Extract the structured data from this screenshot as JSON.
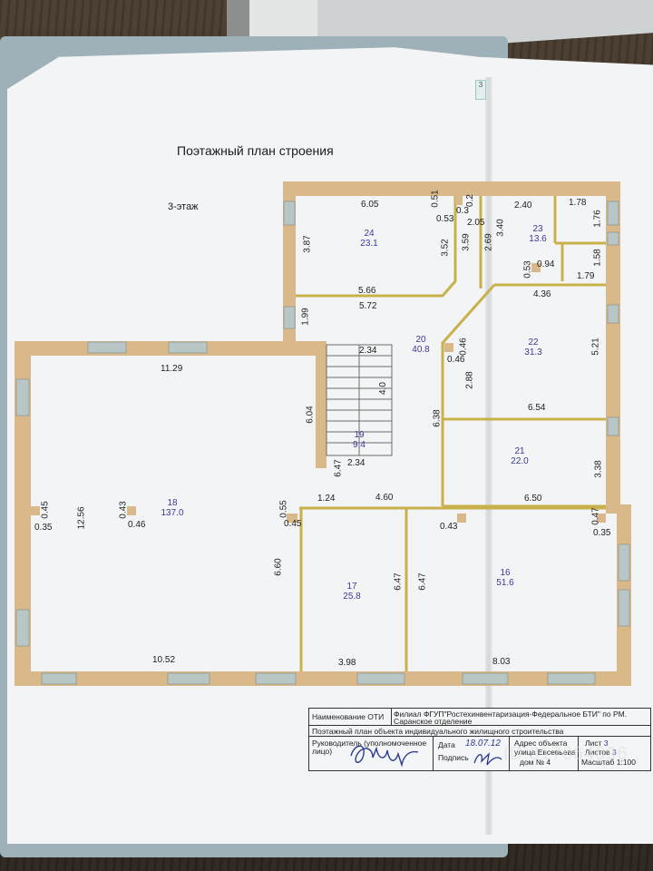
{
  "plan": {
    "title": "Поэтажный план строения",
    "floor": "3-этаж"
  },
  "rooms": [
    {
      "id": "24",
      "area": "23.1"
    },
    {
      "id": "23",
      "area": "13.6"
    },
    {
      "id": "20",
      "area": "40.8"
    },
    {
      "id": "22",
      "area": "31.3"
    },
    {
      "id": "19",
      "area": "9.4"
    },
    {
      "id": "18",
      "area": "137.0"
    },
    {
      "id": "21",
      "area": "22.0"
    },
    {
      "id": "17",
      "area": "25.8"
    },
    {
      "id": "16",
      "area": "51.6"
    }
  ],
  "dimensions": {
    "d6_05": "6.05",
    "d0_51": "0.51",
    "d0_3": "0.3",
    "d0_2": "0.2",
    "d0_53a": "0.53",
    "d2_40": "2.40",
    "d1_78": "1.78",
    "d1_76": "1.76",
    "d2_05": "2.05",
    "d3_40": "3.40",
    "d3_87": "3.87",
    "d3_52": "3.52",
    "d3_59": "3.59",
    "d2_69": "2.69",
    "d0_53b": "0.53",
    "d0_94": "0.94",
    "d1_58": "1.58",
    "d1_79": "1.79",
    "d5_66": "5.66",
    "d5_72": "5.72",
    "d4_36": "4.36",
    "d1_99": "1.99",
    "d2_34a": "2.34",
    "d0_46a": "0.46",
    "d0_46b": "0.46",
    "d5_21": "5.21",
    "d11_29": "11.29",
    "d4_0": "4.0",
    "d2_88": "2.88",
    "d6_04": "6.04",
    "d6_38": "6.38",
    "d6_54": "6.54",
    "d6_47a": "6.47",
    "d2_34b": "2.34",
    "d3_38": "3.38",
    "d0_45a": "0.45",
    "d12_56": "12.56",
    "d0_43a": "0.43",
    "d1_24": "1.24",
    "d4_60": "4.60",
    "d6_50": "6.50",
    "d0_55": "0.55",
    "d0_35a": "0.35",
    "d0_46c": "0.46",
    "d0_45b": "0.45",
    "d0_43b": "0.43",
    "d0_47": "0.47",
    "d0_35b": "0.35",
    "d6_60": "6.60",
    "d6_47b": "6.47",
    "d6_47c": "6.47",
    "d10_52": "10.52",
    "d3_98": "3.98",
    "d8_03": "8.03"
  },
  "stamp": {
    "oti_label": "Наименование ОТИ",
    "oti_value_1": "Филиал ФГУП\"Ростехинвентаризация-Федеральное БТИ\" по РМ.",
    "oti_value_2": "Саранское отделение",
    "plan_name": "Поэтажный план объекта индивидуального жилищного строительства",
    "head_label_1": "Руководитель (уполномоченное",
    "head_label_2": "лицо)",
    "date_label": "Дата",
    "date_value": "18.07.12",
    "sign_label": "Подпись",
    "address_label": "Адрес объекта",
    "address_1": "улица Евсевьева",
    "address_2": "дом № 4",
    "sheet": "Лист",
    "sheet_value": "3",
    "sheets": "Листов",
    "sheets_value": "3",
    "scale": "Масштаб 1:100"
  },
  "tab_label": "3",
  "watermark": "ID 317664096",
  "colors": {
    "wall": "#d9b98a",
    "window": "#b8c6c6",
    "partition": "#c8b04a",
    "room_text": "#3b3a9a"
  }
}
